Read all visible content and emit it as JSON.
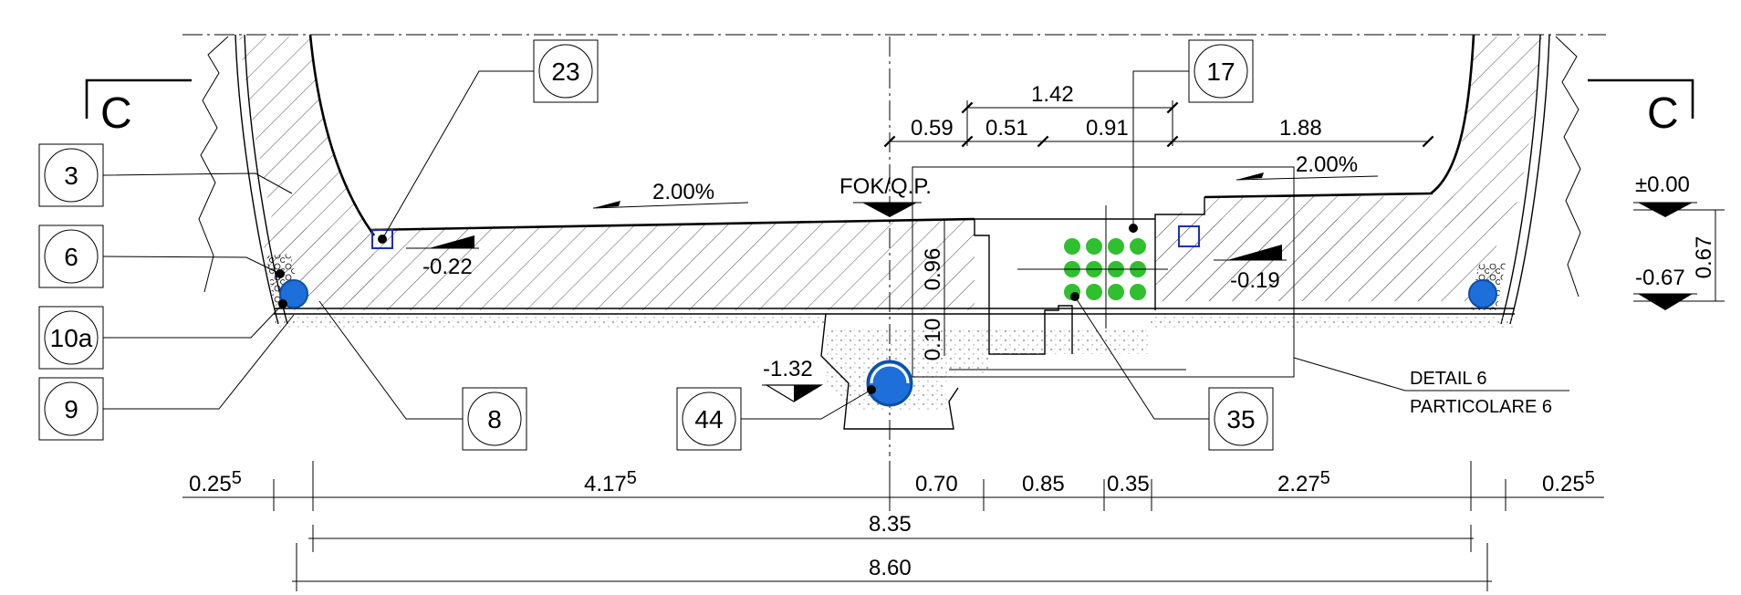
{
  "section": {
    "left_label": "C",
    "right_label": "C"
  },
  "callouts": {
    "c3": "3",
    "c6": "6",
    "c10a": "10a",
    "c9": "9",
    "c8": "8",
    "c23": "23",
    "c44": "44",
    "c17": "17",
    "c35": "35"
  },
  "slopes": {
    "left": "2.00%",
    "right": "2.00%"
  },
  "levels": {
    "fok": "FOK/Q.P.",
    "l022": "-0.22",
    "l132": "-1.32",
    "l019": "-0.19",
    "l000": "±0.00",
    "l067": "-0.67"
  },
  "dims_top": {
    "d142": "1.42",
    "d059": "0.59",
    "d051": "0.51",
    "d091": "0.91",
    "d188": "1.88",
    "d096": "0.96",
    "d010": "0.10",
    "d067": "0.67"
  },
  "dims_bottom": {
    "d025l": "0.25",
    "d025l_sup": "5",
    "d4175": "4.17",
    "d4175_sup": "5",
    "d070": "0.70",
    "d085": "0.85",
    "d035": "0.35",
    "d2275": "2.27",
    "d2275_sup": "5",
    "d025r": "0.25",
    "d025r_sup": "5",
    "d835": "8.35",
    "d860": "8.60"
  },
  "detail": {
    "line1": "DETAIL 6",
    "line2": "PARTICOLARE 6"
  },
  "colors": {
    "pipe_blue": "#1e6fd9",
    "cable_green": "#2fbf2f",
    "drain_blue": "#1a2fbf"
  }
}
